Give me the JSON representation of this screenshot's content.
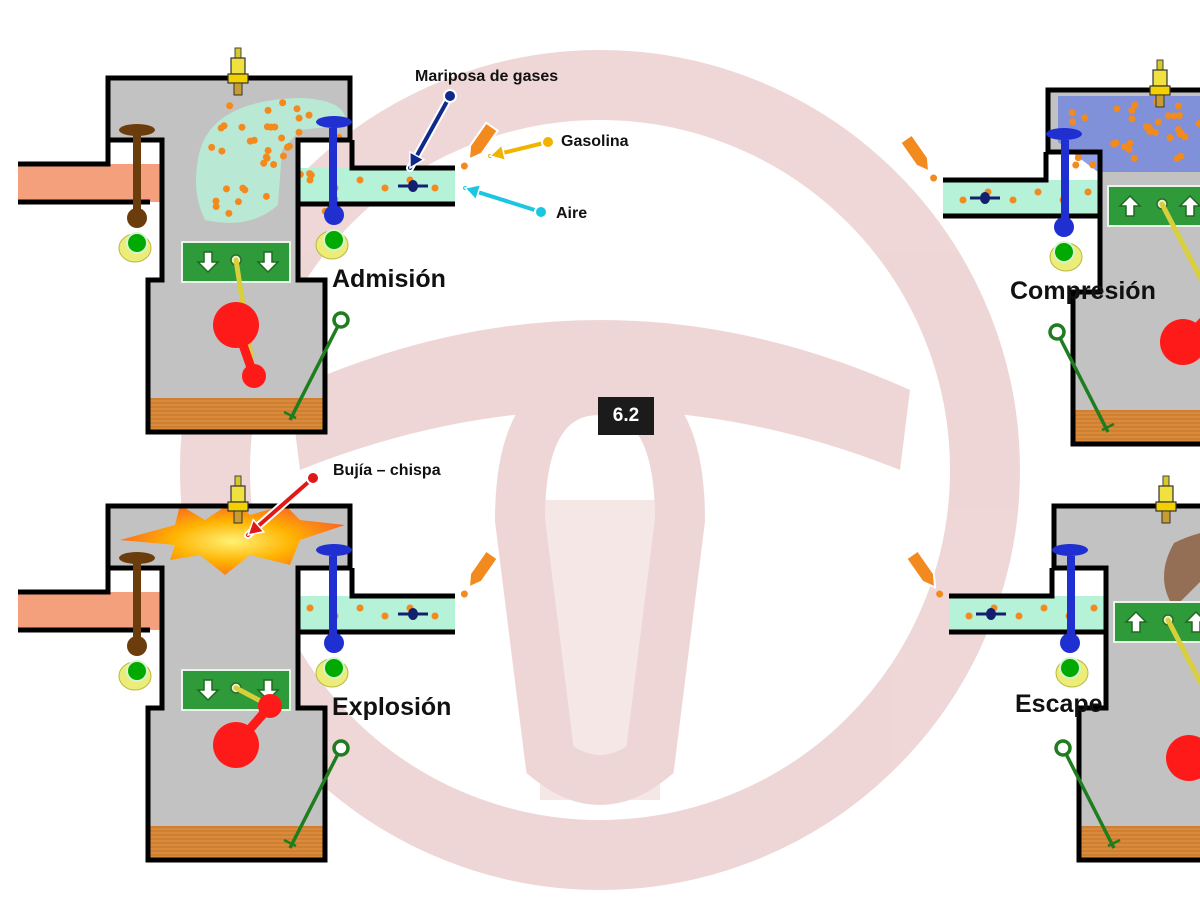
{
  "badge": "6.2",
  "strokes": [
    {
      "id": "admision",
      "label": "Admisión",
      "piston": "down"
    },
    {
      "id": "compresion",
      "label": "Compresión",
      "piston": "up"
    },
    {
      "id": "explosion",
      "label": "Explosión",
      "piston": "down"
    },
    {
      "id": "escape",
      "label": "Escape",
      "piston": "up"
    }
  ],
  "callouts": {
    "throttle": "Mariposa de gases",
    "fuel": "Gasolina",
    "air": "Aire",
    "spark": "Bujía – chispa"
  },
  "colors": {
    "engine_fill": "#c2c2c2",
    "outline": "#000000",
    "intake_valve": "#1f2fd0",
    "exhaust_valve": "#6b3d0c",
    "exhaust_pipe": "#f4a07c",
    "air_fuel": "#b6f2d8",
    "fuel_drop": "#f28a1e",
    "piston_band": "#2e9a3a",
    "crank": "#ff1a1a",
    "rod": "#d8cf3a",
    "oil": "#d98a3a",
    "cam": "#00aa00",
    "dipstick": "#1e7d1e",
    "callout_dark": "#0f2a8a",
    "callout_gold": "#f0b400",
    "callout_cyan": "#1bc6e0",
    "callout_red": "#e01818",
    "background_logo": "#e2b6b6"
  },
  "icons": {
    "spark_plug": "spark-plug-icon",
    "fuel_nozzle": "fuel-nozzle-icon",
    "arrow": "piston-arrow-icon",
    "logo": "steering-wheel-logo"
  }
}
